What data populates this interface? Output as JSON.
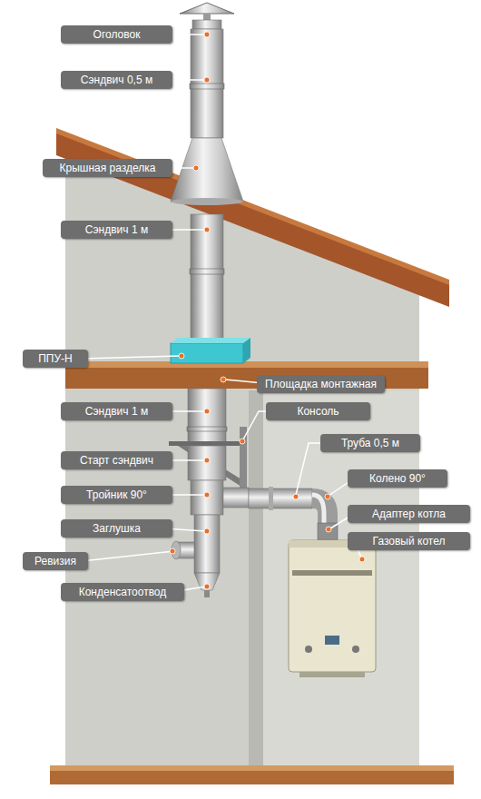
{
  "diagram": {
    "nodes": [
      {
        "text": [
          "Оголовок"
        ]
      },
      {
        "text": [
          "Сэндвич 0,5 м"
        ]
      },
      {
        "text": [
          "Крышная разделка"
        ]
      },
      {
        "text": [
          "Сэндвич 1 м"
        ]
      },
      {
        "text": [
          "ППУ-Н"
        ]
      },
      {
        "text": [
          "Площадка монтажная"
        ]
      },
      {
        "text": [
          "Сэндвич 1 м"
        ]
      },
      {
        "text": [
          "Консоль"
        ]
      },
      {
        "text": [
          "Труба 0,5 м"
        ]
      },
      {
        "text": [
          "Старт сэндвич"
        ]
      },
      {
        "text": [
          "Колено 90°"
        ]
      },
      {
        "text": [
          "Тройник 90°"
        ]
      },
      {
        "text": [
          "Адаптер котла"
        ]
      },
      {
        "text": [
          "Заглушка"
        ]
      },
      {
        "text": [
          "Газовый котел"
        ]
      },
      {
        "text": [
          "Ревизия"
        ]
      },
      {
        "text": [
          "Конденсатоотвод"
        ]
      }
    ]
  }
}
